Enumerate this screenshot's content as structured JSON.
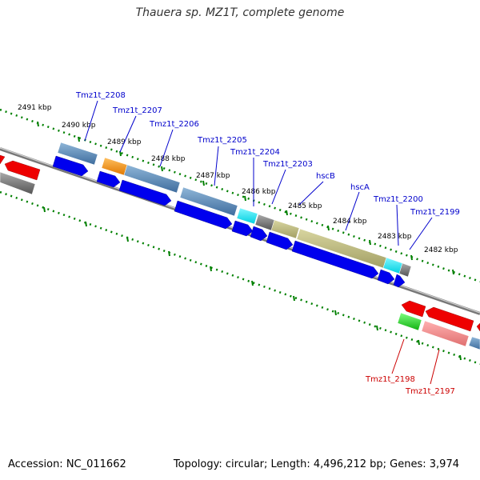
{
  "title": "Thauera sp. MZ1T, complete genome",
  "footer": {
    "accession": "Accession: NC_011662",
    "summary": "Topology: circular; Length: 4,496,212 bp; Genes: 3,974"
  },
  "ruler": [
    {
      "label": "2491 kbp"
    },
    {
      "label": "2490 kbp"
    },
    {
      "label": "2489 kbp"
    },
    {
      "label": "2488 kbp"
    },
    {
      "label": "2487 kbp"
    },
    {
      "label": "2486 kbp"
    },
    {
      "label": "2485 kbp"
    },
    {
      "label": "2484 kbp"
    },
    {
      "label": "2483 kbp"
    },
    {
      "label": "2482 kbp"
    }
  ],
  "gene_labels": [
    {
      "label": "Tmz1t_2208",
      "color": "#0000cc"
    },
    {
      "label": "Tmz1t_2207",
      "color": "#0000cc"
    },
    {
      "label": "Tmz1t_2206",
      "color": "#0000cc"
    },
    {
      "label": "Tmz1t_2205",
      "color": "#0000cc"
    },
    {
      "label": "Tmz1t_2204",
      "color": "#0000cc"
    },
    {
      "label": "Tmz1t_2203",
      "color": "#0000cc"
    },
    {
      "label": "hscB",
      "color": "#0000cc"
    },
    {
      "label": "hscA",
      "color": "#0000cc"
    },
    {
      "label": "Tmz1t_2200",
      "color": "#0000cc"
    },
    {
      "label": "Tmz1t_2199",
      "color": "#0000cc"
    },
    {
      "label": "Tmz1t_2198",
      "color": "#cc0000"
    },
    {
      "label": "Tmz1t_2197",
      "color": "#cc0000"
    }
  ],
  "colors": {
    "forward_cds": "#0000ee",
    "reverse_cds": "#ee0000",
    "forward_label": "#0000cc",
    "reverse_label": "#cc0000",
    "backbone": "#888888",
    "ruler_ticks": "#008000"
  }
}
